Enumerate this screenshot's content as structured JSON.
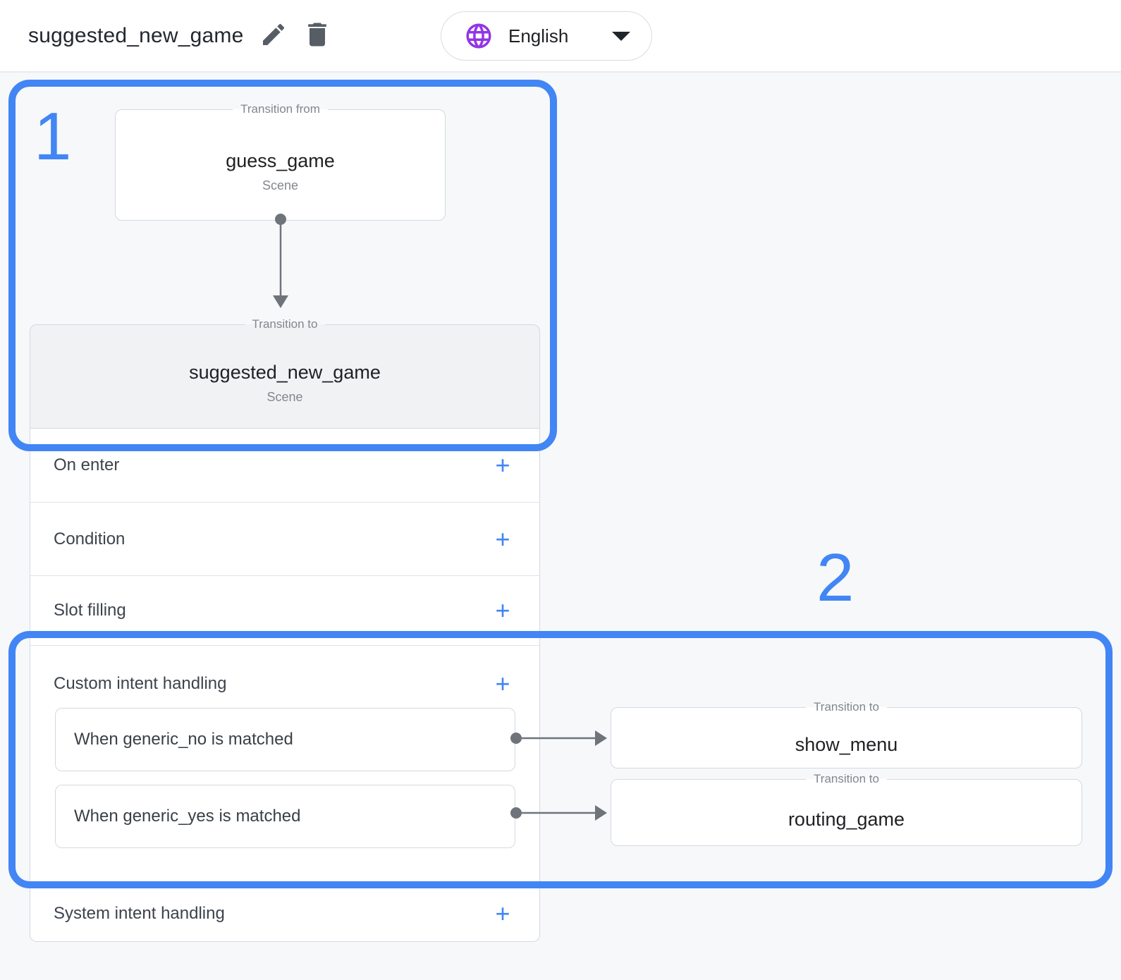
{
  "header": {
    "title": "suggested_new_game",
    "language_selector": {
      "label": "English"
    }
  },
  "annotations": {
    "step_1": "1",
    "step_2": "2"
  },
  "flow": {
    "transition_from": {
      "legend": "Transition from",
      "scene_name": "guess_game",
      "scene_type": "Scene"
    },
    "transition_to": {
      "legend": "Transition to",
      "scene_name": "suggested_new_game",
      "scene_type": "Scene"
    }
  },
  "sections": {
    "on_enter": {
      "label": "On enter",
      "add_label": "+"
    },
    "condition": {
      "label": "Condition",
      "add_label": "+"
    },
    "slot_filling": {
      "label": "Slot filling",
      "add_label": "+"
    },
    "custom_intent_handling": {
      "label": "Custom intent handling",
      "add_label": "+",
      "intents": [
        {
          "label": "When generic_no is matched",
          "transition": {
            "legend": "Transition to",
            "target": "show_menu"
          }
        },
        {
          "label": "When generic_yes is matched",
          "transition": {
            "legend": "Transition to",
            "target": "routing_game"
          }
        }
      ]
    },
    "system_intent_handling": {
      "label": "System intent handling",
      "add_label": "+"
    }
  },
  "colors": {
    "annotation_blue": "#4285f4",
    "accent_blue": "#4285f4",
    "globe_purple": "#9334e6",
    "connector_gray": "#6e747a"
  }
}
